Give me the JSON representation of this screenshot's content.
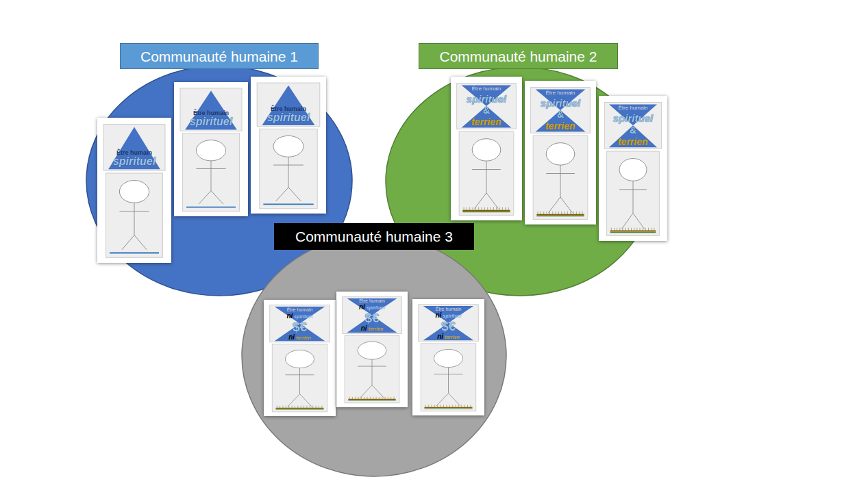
{
  "diagram": {
    "nodes": [
      {
        "text": [
          "Communauté humaine 1"
        ]
      },
      {
        "text": [
          "Être humain",
          "spirituel"
        ],
        "in": 0
      },
      {
        "text": [
          "Être humain",
          "spirituel"
        ],
        "in": 0
      },
      {
        "text": [
          "Être humain",
          "spirituel"
        ],
        "in": 0
      },
      {
        "text": [
          "Communauté humaine 2"
        ]
      },
      {
        "text": [
          "Être humain",
          "spirituel",
          "&",
          "terrien"
        ],
        "in": 4
      },
      {
        "text": [
          "Être humain",
          "spirituel",
          "&",
          "terrien"
        ],
        "in": 4
      },
      {
        "text": [
          "Être humain",
          "spirituel",
          "&",
          "terrien"
        ],
        "in": 4
      },
      {
        "text": [
          "Communauté humaine 3"
        ]
      },
      {
        "text": [
          "Être humain",
          "ni",
          "spirituel",
          "$€",
          "ni",
          "terrien"
        ],
        "in": 8
      },
      {
        "text": [
          "Être humain",
          "ni",
          "spirituel",
          "$€",
          "ni",
          "terrien"
        ],
        "in": 8
      },
      {
        "text": [
          "Être humain",
          "ni",
          "spirituel",
          "$€",
          "ni",
          "terrien"
        ],
        "in": 8
      }
    ]
  }
}
